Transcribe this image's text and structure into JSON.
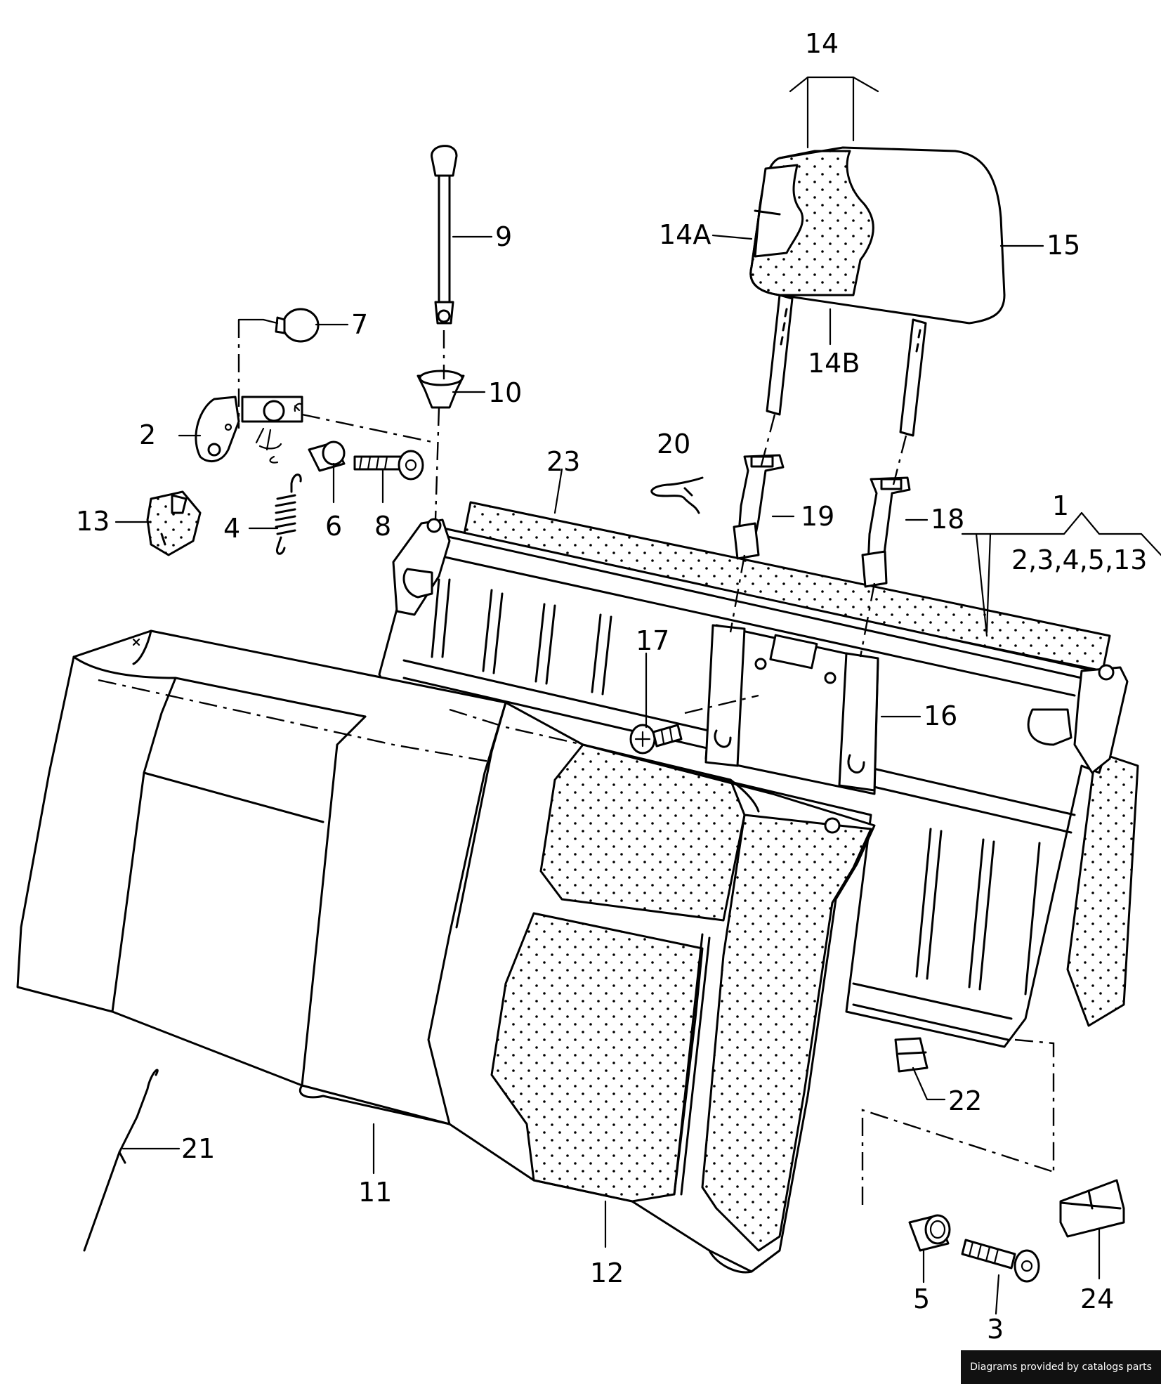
{
  "callouts": {
    "c1": "1",
    "c1_sub": "2,3,4,5,13",
    "c2": "2",
    "c3": "3",
    "c4": "4",
    "c5": "5",
    "c6": "6",
    "c7": "7",
    "c8": "8",
    "c9": "9",
    "c10": "10",
    "c11": "11",
    "c12": "12",
    "c13": "13",
    "c14": "14",
    "c14a": "14A",
    "c14b": "14B",
    "c15": "15",
    "c16": "16",
    "c17": "17",
    "c18": "18",
    "c19": "19",
    "c20": "20",
    "c21": "21",
    "c22": "22",
    "c23": "23",
    "c24": "24"
  },
  "footer": {
    "credit": "Diagrams provided by catalogs parts"
  }
}
